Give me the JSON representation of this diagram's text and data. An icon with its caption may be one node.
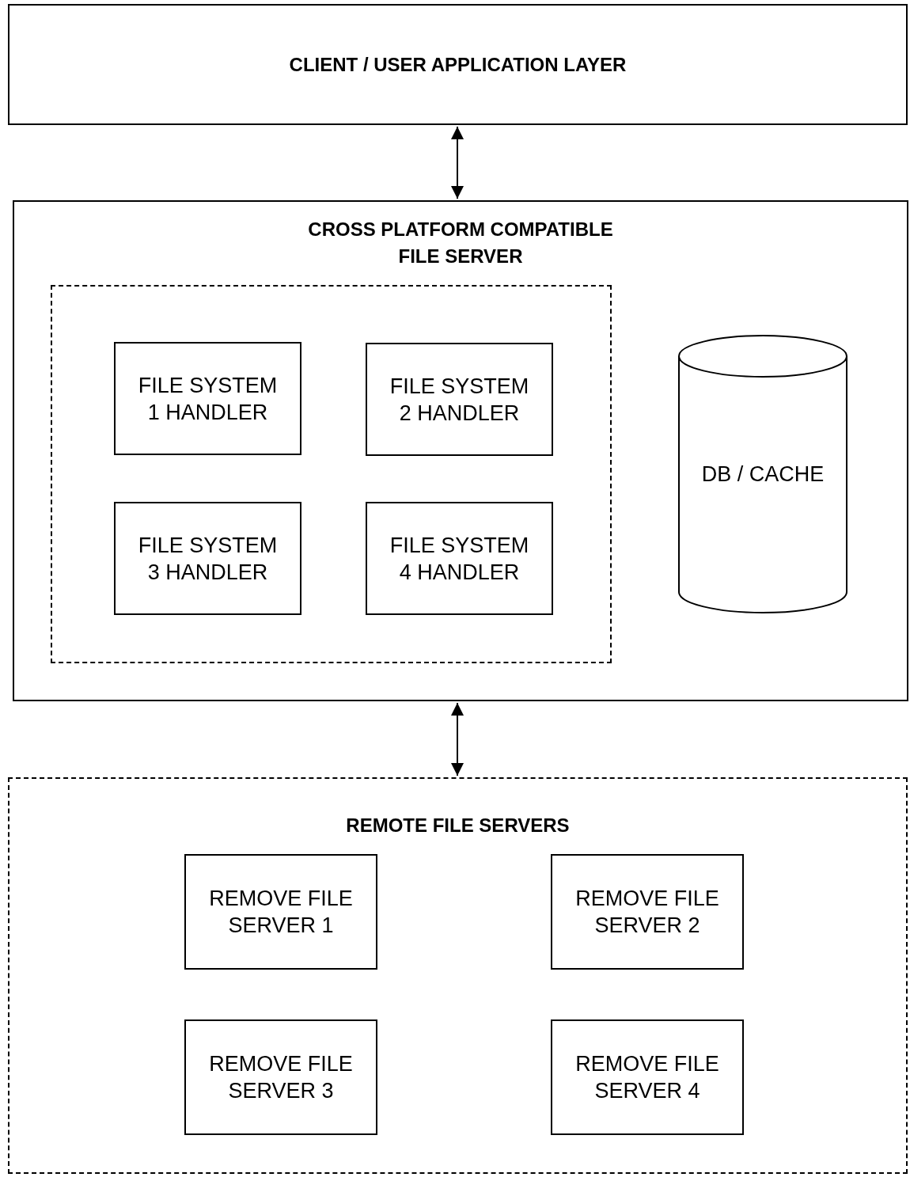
{
  "diagram": {
    "nodes": [
      {
        "text": [
          "CLIENT / USER APPLICATION LAYER"
        ]
      },
      {
        "text": [
          "CROSS PLATFORM COMPATIBLE FILE SERVER"
        ]
      },
      {
        "text": [],
        "shape": "box",
        "in": 1
      },
      {
        "text": [
          "FILE SYSTEM 1 HANDLER"
        ],
        "in": 2
      },
      {
        "text": [
          "FILE SYSTEM 2 HANDLER"
        ],
        "in": 2
      },
      {
        "text": [
          "FILE SYSTEM 3 HANDLER"
        ],
        "in": 2
      },
      {
        "text": [
          "FILE SYSTEM 4 HANDLER"
        ],
        "in": 2
      },
      {
        "text": [
          "DB / CACHE"
        ],
        "in": 1
      },
      {
        "text": [
          "REMOTE FILE SERVERS"
        ]
      },
      {
        "text": [
          "REMOVE FILE SERVER 1"
        ],
        "in": 8
      },
      {
        "text": [
          "REMOVE FILE SERVER 2"
        ],
        "in": 8
      },
      {
        "text": [
          "REMOVE FILE SERVER 3"
        ],
        "in": 8
      },
      {
        "text": [
          "REMOVE FILE SERVER 4"
        ],
        "in": 8
      }
    ],
    "edges": [
      {
        "from": 0,
        "to": 1,
        "arrow": "both"
      },
      {
        "from": 1,
        "to": 8,
        "arrow": "both"
      }
    ]
  }
}
